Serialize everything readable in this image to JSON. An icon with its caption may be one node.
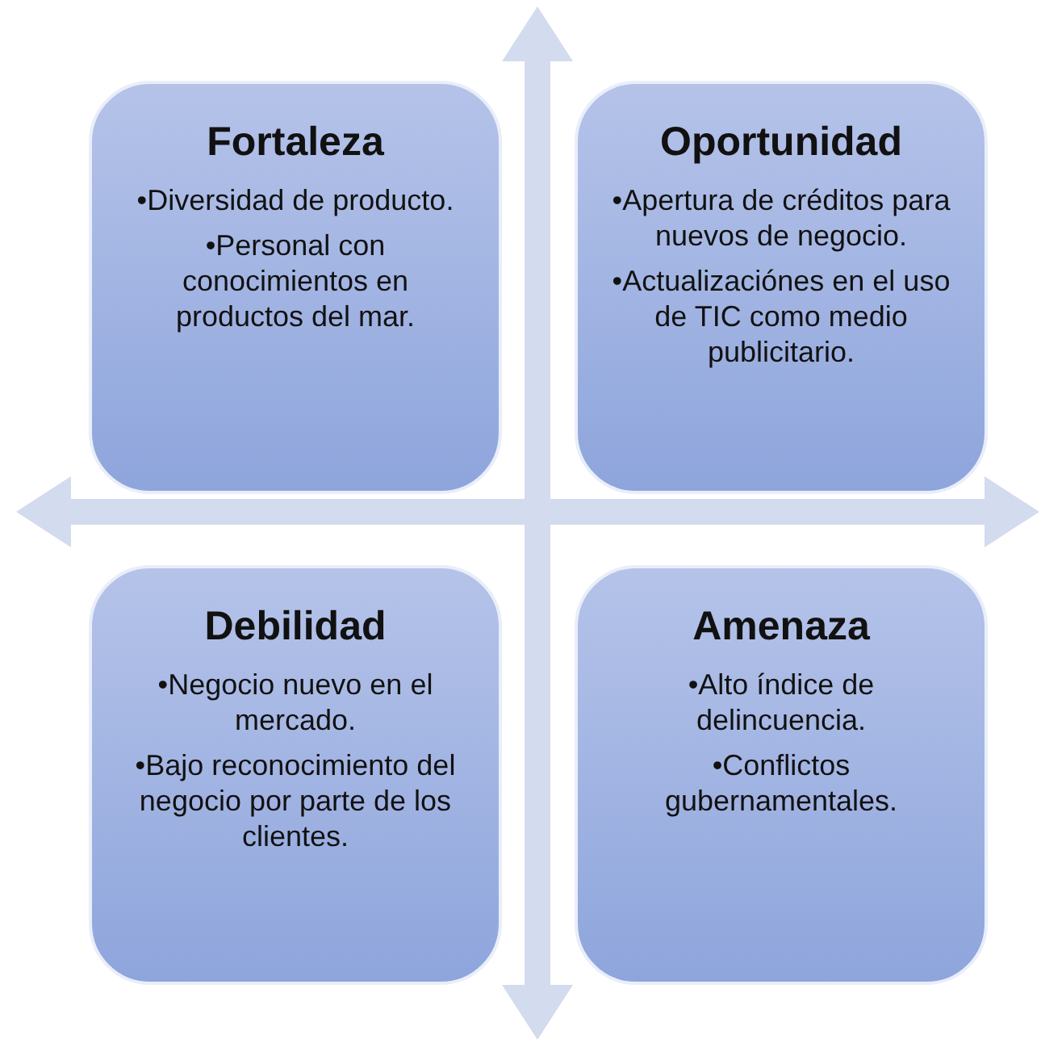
{
  "diagram": {
    "nodes": [
      {
        "text": [
          "Fortaleza",
          "•Diversidad de producto.",
          "•Personal con conocimientos en productos del mar."
        ]
      },
      {
        "text": [
          "Oportunidad",
          "•Apertura de créditos para nuevos de negocio.",
          "•Actualizaciónes en el uso de TIC como medio publicitario."
        ]
      },
      {
        "text": [
          "Debilidad",
          "•Negocio nuevo en el mercado.",
          "•Bajo reconocimiento del negocio por parte de los clientes."
        ]
      },
      {
        "text": [
          "Amenaza",
          "•Alto índice de delincuencia.",
          "•Conflictos gubernamentales."
        ]
      }
    ],
    "edges": []
  }
}
